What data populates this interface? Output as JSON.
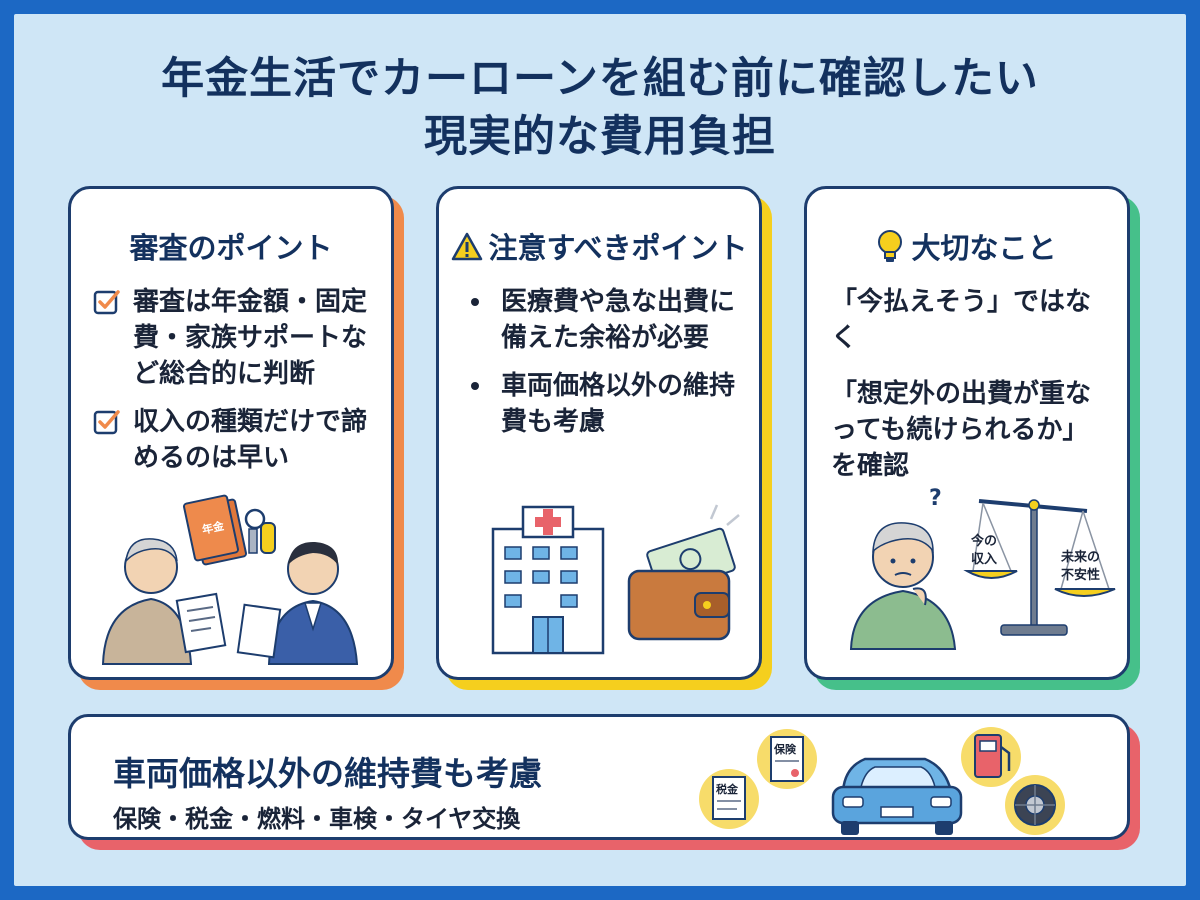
{
  "header": {
    "title_line1": "年金生活でカーローンを組む前に確認したい",
    "title_line2": "現実的な費用負担"
  },
  "colors": {
    "frame_border": "#1c68c4",
    "background": "#cfe6f6",
    "navy": "#13315e",
    "card1_accent": "#f08a4b",
    "card2_accent": "#f5cf1e",
    "card3_accent": "#46c08a",
    "bottom_accent": "#e8636a"
  },
  "card1": {
    "title": "審査のポイント",
    "items": [
      {
        "icon": "checkbox-icon",
        "text": "審査は年金額・固定費・家族サポートなど総合的に判断"
      },
      {
        "icon": "checkbox-icon",
        "text": "収入の種類だけで諦めるのは早い"
      }
    ],
    "illustration": {
      "book_label": "年金"
    }
  },
  "card2": {
    "title_icon": "warning-icon",
    "title": "注意すべきポイント",
    "items": [
      {
        "text": "医療費や急な出費に備えた余裕が必要"
      },
      {
        "text": "車両価格以外の維持費も考慮"
      }
    ]
  },
  "card3": {
    "title_icon": "lightbulb-icon",
    "title": "大切なこと",
    "lines": [
      "「今払えそう」ではなく",
      "「想定外の出費が重なっても続けられるか」を確認"
    ],
    "illustration": {
      "question_mark": "?",
      "scale_left": [
        "今の",
        "収入"
      ],
      "scale_right": [
        "未来の",
        "不安性"
      ]
    }
  },
  "bottom": {
    "title": "車両価格以外の維持費も考慮",
    "subtitle": "保険・税金・燃料・車検・タイヤ交換",
    "doc_labels": {
      "insurance": "保険",
      "tax": "税金"
    }
  }
}
